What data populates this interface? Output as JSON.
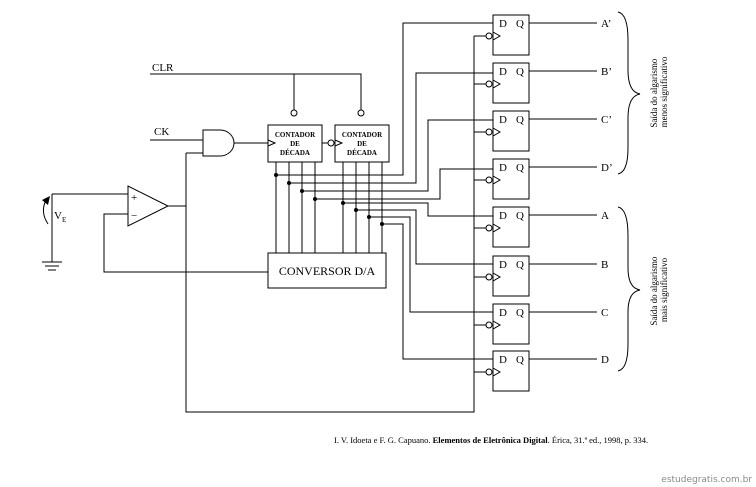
{
  "signals": {
    "clr": "CLR",
    "ck": "CK",
    "vin": "V",
    "vin_sub": "E"
  },
  "opamp": {
    "plus": "+",
    "minus": "−"
  },
  "counters": [
    {
      "line1": "CONTADOR",
      "line2": "DE",
      "line3": "DÉCADA"
    },
    {
      "line1": "CONTADOR",
      "line2": "DE",
      "line3": "DÉCADA"
    }
  ],
  "dac_label": "CONVERSOR D/A",
  "flipflops": {
    "d": "D",
    "q": "Q"
  },
  "outputs": [
    "A’",
    "B’",
    "C’",
    "D’",
    "A",
    "B",
    "C",
    "D"
  ],
  "brace_lsd": {
    "line1": "Saída do algarismo",
    "line2": "menos significativo"
  },
  "brace_msd": {
    "line1": "Saída do algarismo",
    "line2": "mais significativo"
  },
  "citation": {
    "authors": "I. V. Idoeta e F. G. Capuano. ",
    "title": "Elementos de Eletrônica Digital",
    "rest": ". Érica, 31.ª ed., 1998, p. 334."
  },
  "watermark": "estudegratis.com.br"
}
